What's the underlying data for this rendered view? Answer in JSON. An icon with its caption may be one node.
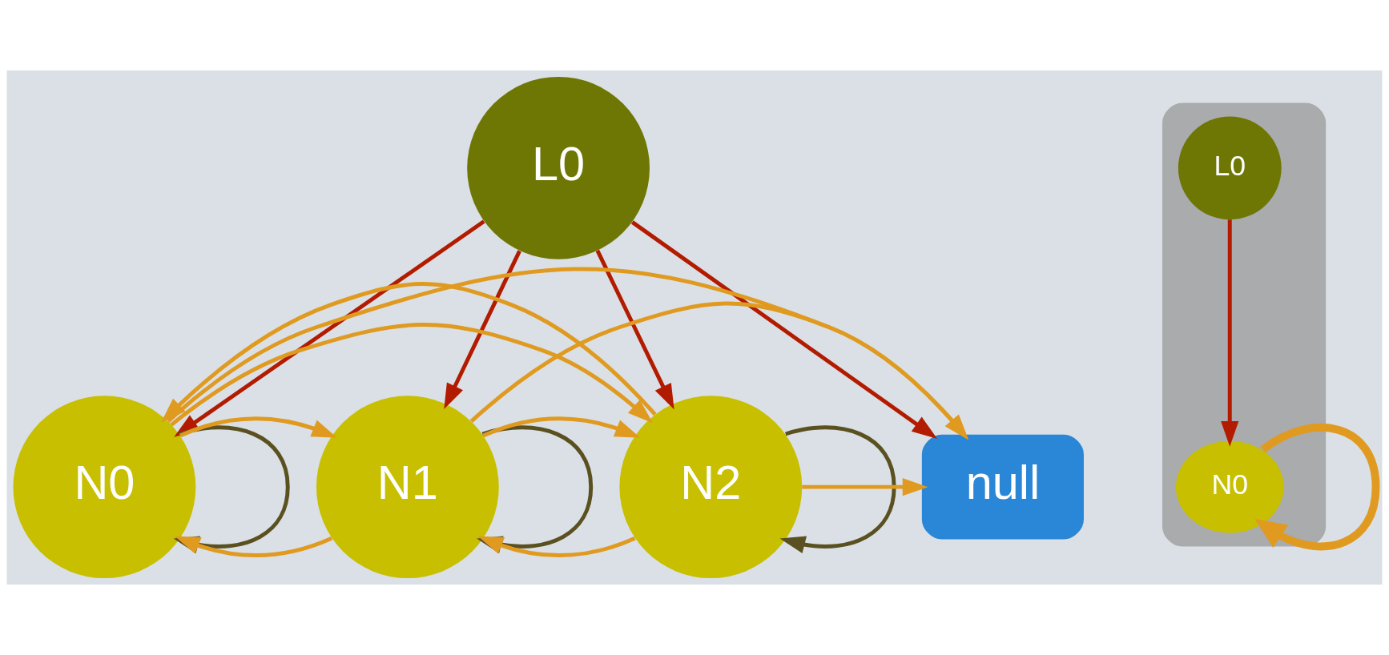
{
  "diagram": {
    "nodes": [
      {
        "text": [
          "L0"
        ]
      },
      {
        "text": [
          "N0"
        ]
      },
      {
        "text": [
          "N1"
        ]
      },
      {
        "text": [
          "N2"
        ]
      },
      {
        "text": [
          "null"
        ]
      },
      {
        "text": [],
        "shape": "box"
      },
      {
        "text": [
          "L0"
        ],
        "in": 5
      },
      {
        "text": [
          "N0"
        ],
        "in": 5
      }
    ],
    "edges": [
      {
        "from": 0,
        "to": 1,
        "arrow": "to",
        "color": "#b31b00"
      },
      {
        "from": 0,
        "to": 2,
        "arrow": "to",
        "color": "#b31b00"
      },
      {
        "from": 0,
        "to": 3,
        "arrow": "to",
        "color": "#b31b00"
      },
      {
        "from": 0,
        "to": 4,
        "arrow": "to",
        "color": "#b31b00"
      },
      {
        "from": 1,
        "to": 1,
        "arrow": "to",
        "color": "#5a5020"
      },
      {
        "from": 2,
        "to": 2,
        "arrow": "to",
        "color": "#5a5020"
      },
      {
        "from": 3,
        "to": 3,
        "arrow": "to",
        "color": "#5a5020"
      },
      {
        "from": 2,
        "to": 1,
        "arrow": "to"
      },
      {
        "from": 3,
        "to": 2,
        "arrow": "to"
      },
      {
        "from": 1,
        "to": 2,
        "arrow": "to"
      },
      {
        "from": 1,
        "to": 3,
        "arrow": "to"
      },
      {
        "from": 1,
        "to": 4,
        "arrow": "to"
      },
      {
        "from": 2,
        "to": 3,
        "arrow": "to"
      },
      {
        "from": 2,
        "to": 4,
        "arrow": "to"
      },
      {
        "from": 3,
        "to": 4,
        "arrow": "to"
      },
      {
        "from": 3,
        "to": 1,
        "arrow": "to"
      },
      {
        "from": 6,
        "to": 7,
        "arrow": "to",
        "color": "#b31b00"
      },
      {
        "from": 7,
        "to": 7,
        "arrow": "to",
        "style": "thick"
      }
    ]
  }
}
